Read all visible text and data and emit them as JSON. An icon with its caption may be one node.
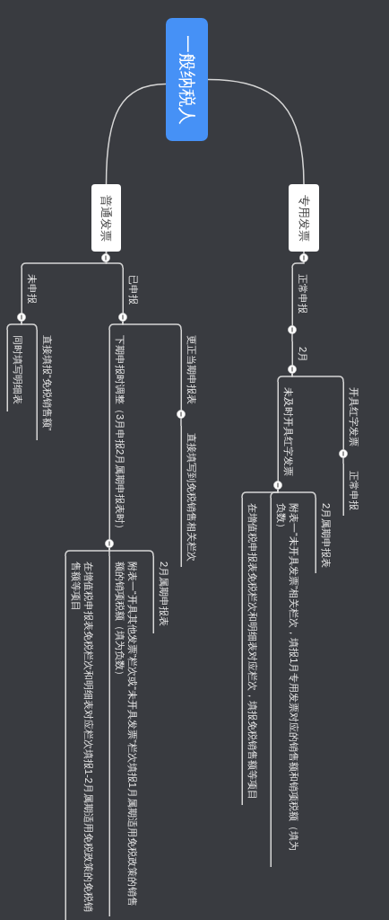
{
  "diagram": {
    "nodes": [
      {
        "text": [
          "一般纳税人"
        ]
      },
      {
        "text": [
          "专用发票"
        ]
      },
      {
        "text": [
          "正常申报"
        ]
      },
      {
        "text": [
          "2月"
        ]
      },
      {
        "text": [
          "开具红字发票"
        ]
      },
      {
        "text": [
          "正常申报"
        ]
      },
      {
        "text": [
          "未及时开具红字发票"
        ]
      },
      {
        "text": [
          "2月属期申报表"
        ]
      },
      {
        "text": [
          "附表一“未开具发票”相关栏次，填报1月专用发票对应的销售额和销项税额（填为负数）"
        ]
      },
      {
        "text": [
          "在增值税申报表免税栏次和明细表对应栏次，填报免税销售额等项目"
        ]
      },
      {
        "text": [
          "普通发票"
        ]
      },
      {
        "text": [
          "已申报"
        ]
      },
      {
        "text": [
          "更正当期申报表"
        ]
      },
      {
        "text": [
          "直接填写到免税销售相关栏次"
        ]
      },
      {
        "text": [
          "下期申报时调整（3月申报2月属期申报表时）"
        ]
      },
      {
        "text": [
          "2月属期申报表"
        ]
      },
      {
        "text": [
          "附表一“开具其他发票”栏次或“未开具发票”栏次填报1月属期适用免税政策的销售额的销项税额（填为负数）"
        ]
      },
      {
        "text": [
          "在增值税申报表免税栏次和明细表对应栏次填报1-2月属期适用免税政策的免税销售额等项目"
        ]
      },
      {
        "text": [
          "未申报"
        ]
      },
      {
        "text": [
          "直接填报“免税销售额”"
        ]
      },
      {
        "text": [
          "同时填写明细表"
        ]
      }
    ],
    "edges": [
      {
        "from": 0,
        "to": 1,
        "arrow": "none"
      },
      {
        "from": 1,
        "to": 2,
        "arrow": "none"
      },
      {
        "from": 2,
        "to": 3,
        "arrow": "none"
      },
      {
        "from": 3,
        "to": 4,
        "arrow": "none"
      },
      {
        "from": 4,
        "to": 5,
        "arrow": "none"
      },
      {
        "from": 3,
        "to": 6,
        "arrow": "none"
      },
      {
        "from": 6,
        "to": 7,
        "arrow": "none"
      },
      {
        "from": 6,
        "to": 8,
        "arrow": "none"
      },
      {
        "from": 6,
        "to": 9,
        "arrow": "none"
      },
      {
        "from": 0,
        "to": 10,
        "arrow": "none"
      },
      {
        "from": 10,
        "to": 11,
        "arrow": "none"
      },
      {
        "from": 11,
        "to": 12,
        "arrow": "none"
      },
      {
        "from": 12,
        "to": 13,
        "arrow": "none"
      },
      {
        "from": 11,
        "to": 14,
        "arrow": "none"
      },
      {
        "from": 14,
        "to": 15,
        "arrow": "none"
      },
      {
        "from": 14,
        "to": 16,
        "arrow": "none"
      },
      {
        "from": 14,
        "to": 17,
        "arrow": "none"
      },
      {
        "from": 10,
        "to": 18,
        "arrow": "none"
      },
      {
        "from": 18,
        "to": 19,
        "arrow": "none"
      },
      {
        "from": 18,
        "to": 20,
        "arrow": "none"
      }
    ]
  }
}
